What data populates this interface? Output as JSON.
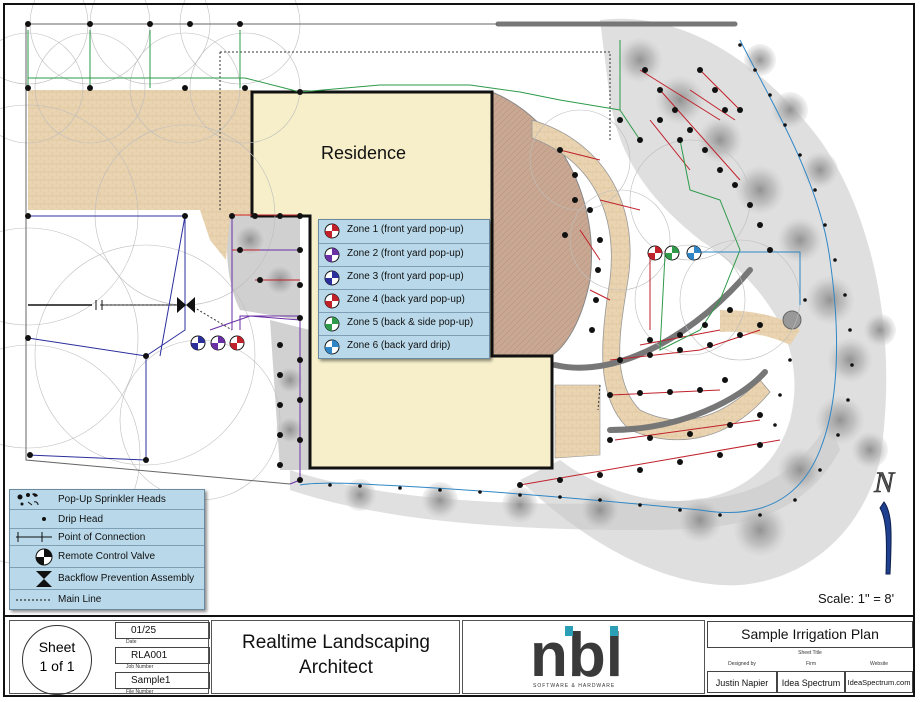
{
  "plan": {
    "residence_label": "Residence",
    "scale_text": "Scale: 1\" = 8'"
  },
  "zones": [
    {
      "label": "Zone 1 (front yard pop-up)",
      "color": "#c0212b"
    },
    {
      "label": "Zone 2 (front yard pop-up)",
      "color": "#6a2fa4"
    },
    {
      "label": "Zone 3 (front yard pop-up)",
      "color": "#2b2f9c"
    },
    {
      "label": "Zone 4 (back yard pop-up)",
      "color": "#c0212b"
    },
    {
      "label": "Zone 5 (back & side pop-up)",
      "color": "#2e9a4a"
    },
    {
      "label": "Zone 6 (back yard drip)",
      "color": "#2f86c6"
    }
  ],
  "symbol_legend": [
    {
      "label": "Pop-Up Sprinkler Heads",
      "icon": "sprinkler-heads-icon"
    },
    {
      "label": "Drip Head",
      "icon": "drip-head-icon"
    },
    {
      "label": "Point of Connection",
      "icon": "point-of-connection-icon"
    },
    {
      "label": "Remote Control Valve",
      "icon": "control-valve-icon"
    },
    {
      "label": "Backflow Prevention Assembly",
      "icon": "backflow-icon"
    },
    {
      "label": "Main Line",
      "icon": "main-line-icon"
    }
  ],
  "title_block": {
    "sheet_word": "Sheet",
    "sheet_of": "1 of 1",
    "date": "01/25",
    "date_caption": "Date",
    "job_number": "RLA001",
    "job_caption": "Job Number",
    "file_number": "Sample1",
    "file_caption": "File Number",
    "firm_line1": "Realtime Landscaping",
    "firm_line2": "Architect",
    "logo_text": "nbl",
    "logo_tagline": "SOFTWARE & HARDWARE",
    "sheet_title": "Sample Irrigation Plan",
    "sheet_title_caption": "Sheet Title",
    "designed_by_caption": "Designed by",
    "designed_by": "Justin Napier",
    "firm_caption": "Firm",
    "firm": "Idea Spectrum",
    "website_caption": "Website",
    "website": "IdeaSpectrum.com"
  },
  "colors": {
    "zone_red": "#c0212b",
    "zone_purple": "#6a2fa4",
    "zone_navy": "#2b2f9c",
    "zone_green": "#2e9a4a",
    "zone_blue": "#2f86c6",
    "legend_bg": "#b9d9ea",
    "house_fill": "#f6efc9",
    "paving_fill": "#e9d3b1",
    "deck_fill": "#c9a893",
    "logo_teal": "#2a9fb5",
    "logo_dark": "#3a3a3a"
  }
}
